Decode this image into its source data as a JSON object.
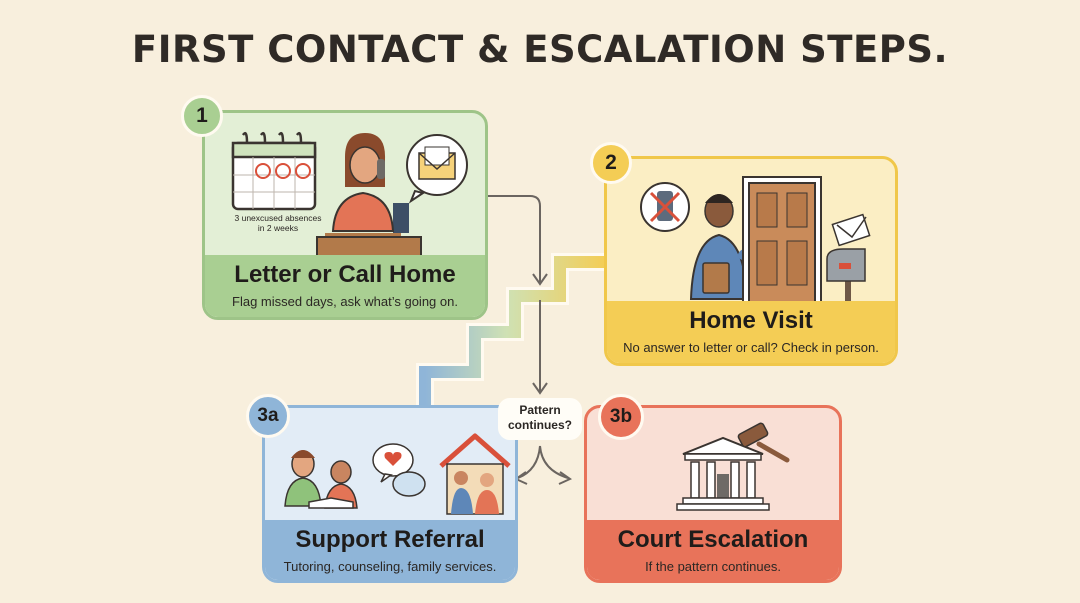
{
  "title": "FIRST CONTACT & ESCALATION STEPS.",
  "steps": [
    {
      "badge": "1",
      "heading": "Letter or Call Home",
      "subtitle": "Flag missed days, ask what’s going on.",
      "calendar_caption_line1": "3 unexcused absences",
      "calendar_caption_line2": "in 2 weeks",
      "icons": [
        "calendar-icon",
        "teacher-on-phone-icon",
        "envelope-icon"
      ],
      "color": "#a9cf92"
    },
    {
      "badge": "2",
      "heading": "Home Visit",
      "subtitle": "No answer to letter or call? Check in person.",
      "icons": [
        "no-phone-icon",
        "visitor-knocking-icon",
        "door-icon",
        "mailbox-icon",
        "envelope-icon"
      ],
      "color": "#f4cd55"
    },
    {
      "badge": "3a",
      "heading": "Support Referral",
      "subtitle": "Tutoring, counseling, family services.",
      "icons": [
        "tutoring-icon",
        "heart-chat-icon",
        "family-home-icon"
      ],
      "color": "#8fb5d8"
    },
    {
      "badge": "3b",
      "heading": "Court Escalation",
      "subtitle": "If the pattern continues.",
      "icons": [
        "courthouse-icon",
        "gavel-icon"
      ],
      "color": "#e8735a"
    }
  ],
  "decision": {
    "line1": "Pattern",
    "line2": "continues?"
  }
}
